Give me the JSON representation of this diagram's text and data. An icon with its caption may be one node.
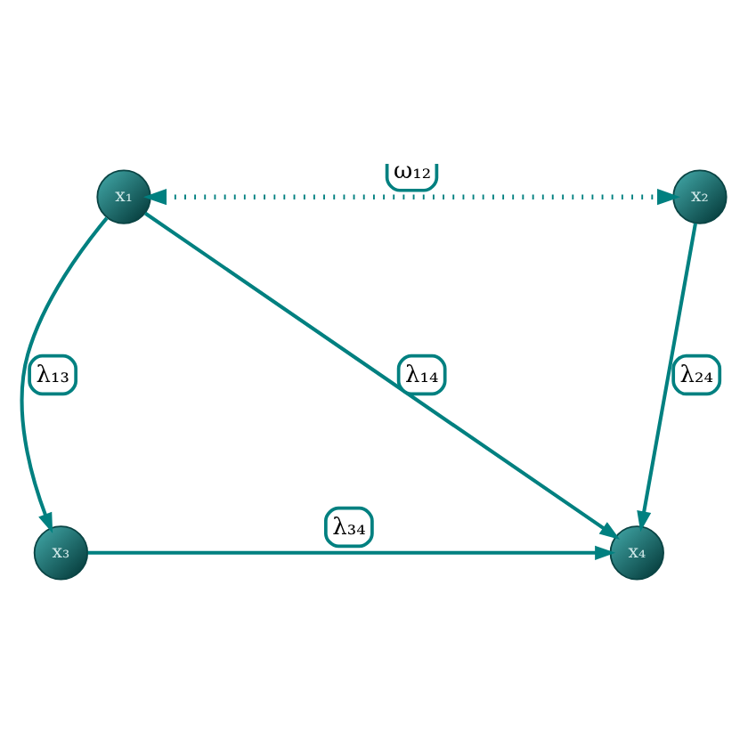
{
  "diagram": {
    "nodes": [
      {
        "text": [
          "x₁"
        ]
      },
      {
        "text": [
          "x₂"
        ]
      },
      {
        "text": [
          "x₃"
        ]
      },
      {
        "text": [
          "x₄"
        ]
      }
    ],
    "edges": [
      {
        "from": 0,
        "to": 1,
        "arrow": "both",
        "label": "ω₁₂",
        "style": "dashed"
      },
      {
        "from": 0,
        "to": 3,
        "arrow": "to",
        "label": "λ₁₄"
      },
      {
        "from": 0,
        "to": 2,
        "arrow": "to",
        "label": "λ₁₃"
      },
      {
        "from": 1,
        "to": 3,
        "arrow": "to",
        "label": "λ₂₄"
      },
      {
        "from": 2,
        "to": 3,
        "arrow": "to",
        "label": "λ₃₄"
      }
    ]
  }
}
